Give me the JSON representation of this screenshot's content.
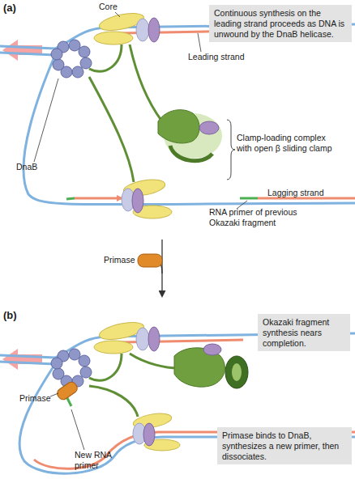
{
  "diagram": {
    "nodes": [
      {
        "text": [
          "Continuous synthesis on the leading strand proceeds as DNA is unwound by the DnaB helicase."
        ]
      },
      {
        "text": [
          "Okazaki fragment synthesis nears completion."
        ]
      },
      {
        "text": [
          "Primase binds to DnaB, synthesizes a new primer, then dissociates."
        ]
      }
    ],
    "labels": [
      "(a)",
      "Core",
      "Leading strand",
      "Clamp-loading complex with open β sliding clamp",
      "DnaB",
      "Lagging strand",
      "RNA primer of previous Okazaki fragment",
      "Primase",
      "(b)",
      "Primase",
      "New RNA primer"
    ]
  }
}
